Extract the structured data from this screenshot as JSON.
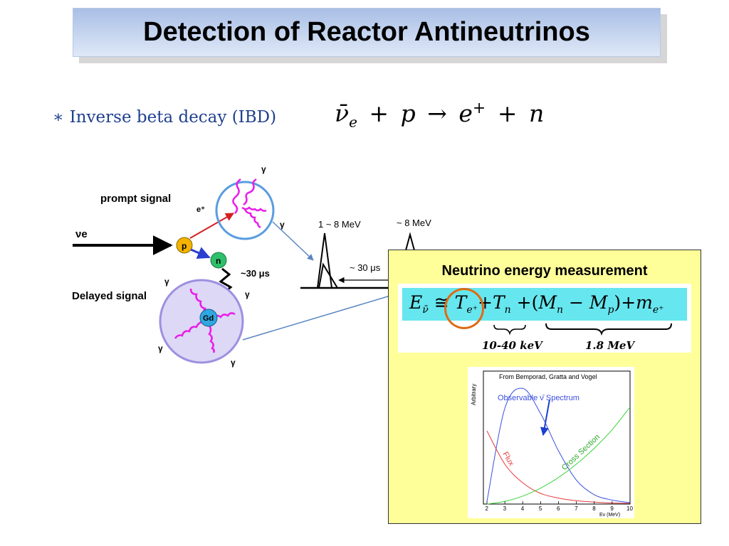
{
  "slide": {
    "title": "Detection of Reactor Antineutrinos",
    "bullet_marker": "∗",
    "bullet_text": "Inverse beta decay (IBD)",
    "ibd_equation": {
      "nu": "ν̄",
      "nu_sub": "e",
      "plus1": "+",
      "p": "p",
      "arrow": "→",
      "e": "e",
      "e_sup": "+",
      "plus2": "+",
      "n": "n"
    }
  },
  "diagram": {
    "prompt_label": "prompt signal",
    "delayed_label": "Delayed signal",
    "neutrino_label": "νe",
    "positron_label": "e⁺",
    "proton_label": "p",
    "neutron_label": "n",
    "gd_label": "Gd",
    "capture_time": "~30 μs",
    "gamma": "γ",
    "prompt_energy": "1 ~ 8 MeV",
    "delayed_energy": "~ 8 MeV",
    "interval": "~ 30 μs"
  },
  "panel": {
    "title": "Neutrino energy measurement",
    "formula": {
      "E": "E",
      "E_sub": "ν̄",
      "approx": "≅",
      "T1": "T",
      "T1_sub": "e⁺",
      "plus1": "+",
      "T2": "T",
      "T2_sub": "n",
      "plus2": "+",
      "lparen": "(",
      "M1": "M",
      "M1_sub": "n",
      "minus": "−",
      "M2": "M",
      "M2_sub": "p",
      "rparen": ")",
      "plus3": "+",
      "m": "m",
      "m_sub": "e⁺"
    },
    "brace1_label": "10-40 keV",
    "brace2_label": "1.8 MeV"
  },
  "chart_data": {
    "type": "line",
    "title": "From Bemporad, Gratta and Vogel",
    "ylabel": "Arbitrary",
    "xlabel": "Eν (MeV)",
    "x": [
      2,
      3,
      4,
      5,
      6,
      7,
      8,
      9,
      10
    ],
    "xlim": [
      1.8,
      10
    ],
    "ticks": [
      "2",
      "3",
      "4",
      "5",
      "6",
      "7",
      "8",
      "9",
      "10"
    ],
    "series": [
      {
        "name": "Observable ν̄  Spectrum",
        "color": "#3a4ee0",
        "values": [
          0.02,
          0.72,
          0.87,
          0.68,
          0.4,
          0.18,
          0.07,
          0.03,
          0.01
        ]
      },
      {
        "name": "Flux",
        "color": "#e33b3b",
        "values": [
          0.55,
          0.3,
          0.16,
          0.08,
          0.045,
          0.025,
          0.015,
          0.008,
          0.005
        ]
      },
      {
        "name": "Cross Section",
        "color": "#3ad43a",
        "values": [
          0.0,
          0.02,
          0.06,
          0.12,
          0.2,
          0.3,
          0.42,
          0.56,
          0.73
        ]
      }
    ]
  }
}
